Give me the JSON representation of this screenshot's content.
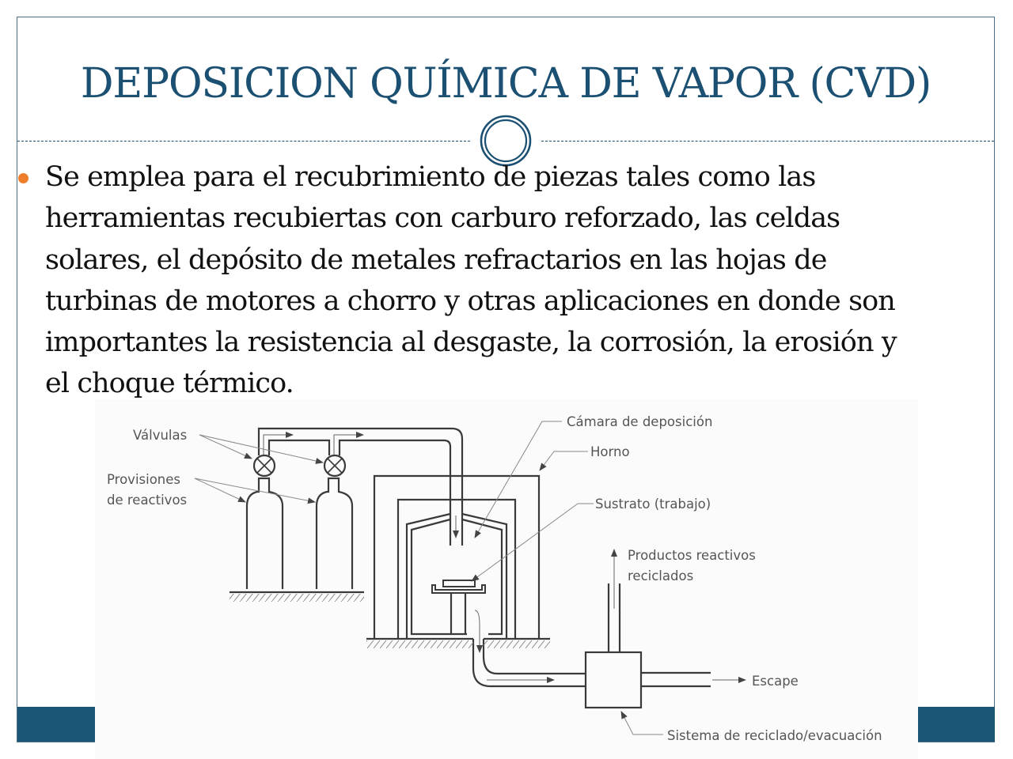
{
  "slide": {
    "title": "DEPOSICION QUÍMICA DE VAPOR (CVD)",
    "bullet": {
      "lines": [
        "Se emplea para el recubrimiento de piezas tales como las",
        "herramientas recubiertas con carburo reforzado, las celdas",
        "solares, el depósito de metales refractarios en las hojas de",
        "turbinas de motores a chorro y otras aplicaciones en donde son",
        "importantes la resistencia al desgaste, la corrosión, la erosión y",
        "el choque térmico."
      ]
    },
    "colors": {
      "title": "#1b5072",
      "accent_bullet": "#ee7d2c",
      "footer_bar": "#1c5676",
      "frame": "#4a6f8a"
    }
  },
  "diagram": {
    "labels": {
      "valves": "Válvulas",
      "reagent_supply_1": "Provisiones",
      "reagent_supply_2": "de reactivos",
      "deposition_chamber": "Cámara de deposición",
      "furnace": "Horno",
      "substrate": "Sustrato (trabajo)",
      "recycled_products_1": "Productos reactivos",
      "recycled_products_2": "reciclados",
      "exhaust": "Escape",
      "recycling_system": "Sistema de reciclado/evacuación"
    }
  }
}
